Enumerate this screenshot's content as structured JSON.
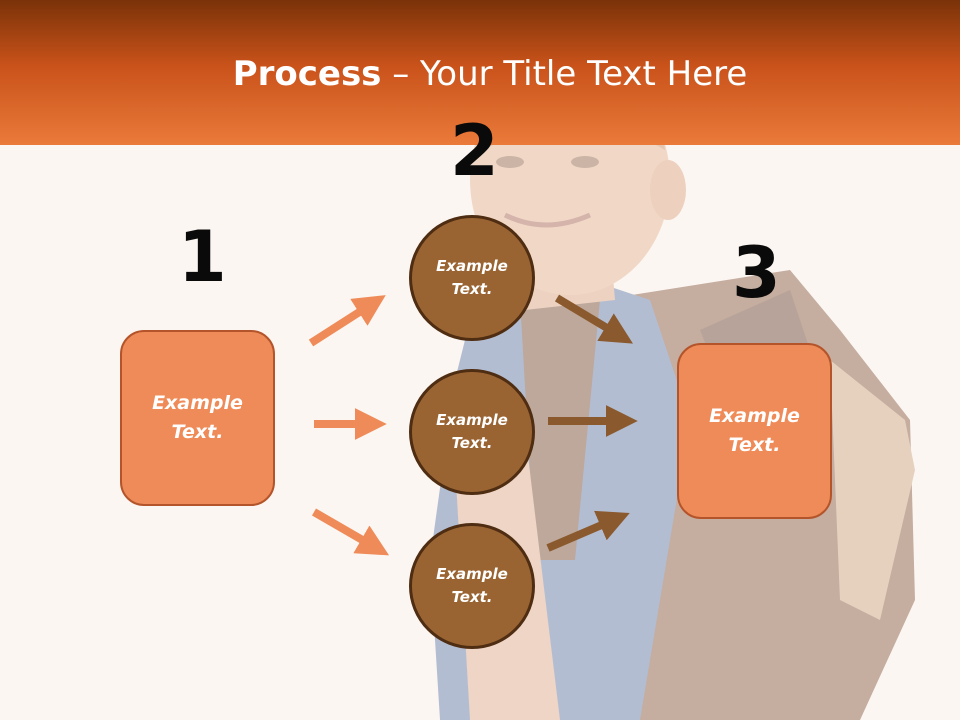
{
  "title": {
    "bold": "Process",
    "rest": " – Your Title Text Here"
  },
  "steps": {
    "step1": {
      "number": "1",
      "text": "Example Text."
    },
    "step2": {
      "number": "2",
      "nodes": [
        "Example Text.",
        "Example Text.",
        "Example Text."
      ]
    },
    "step3": {
      "number": "3",
      "text": "Example Text."
    }
  },
  "colors": {
    "header_dark": "#7a3208",
    "header_light": "#ea7a3a",
    "box_fill": "#ef8b58",
    "circle_fill": "#9a6432",
    "arrow_left": "#ef8b58",
    "arrow_right": "#8a5a2e"
  }
}
